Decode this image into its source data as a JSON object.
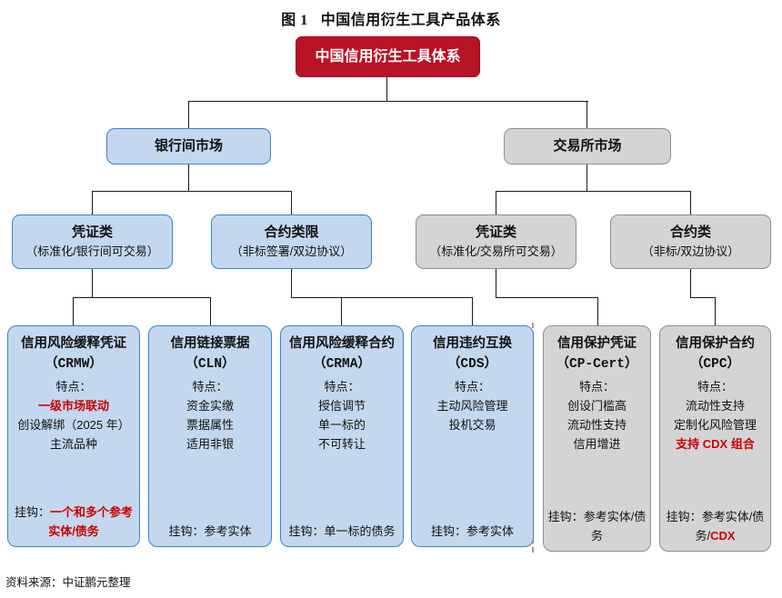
{
  "figure": {
    "number": "图 1",
    "title": "中国信用衍生工具产品体系",
    "source": "资料来源：中证鹏元整理"
  },
  "colors": {
    "root_fill": "#b81225",
    "blue_fill": "#c3d8ef",
    "blue_border": "#3f82c4",
    "gray_fill": "#d4d4d4",
    "gray_border": "#8e8e8e",
    "highlight": "#cc0000"
  },
  "root": {
    "label": "中国信用衍生工具体系"
  },
  "markets": [
    {
      "id": "interbank",
      "label": "银行间市场",
      "style": "blue"
    },
    {
      "id": "exchange",
      "label": "交易所市场",
      "style": "gray"
    }
  ],
  "categories": [
    {
      "id": "ib-voucher",
      "label": "凭证类",
      "sub": "（标准化/银行间可交易）",
      "style": "blue"
    },
    {
      "id": "ib-contract",
      "label": "合约类限",
      "sub": "（非标签署/双边协议）",
      "style": "blue"
    },
    {
      "id": "ex-voucher",
      "label": "凭证类",
      "sub": "（标准化/交易所可交易）",
      "style": "gray"
    },
    {
      "id": "ex-contract",
      "label": "合约类",
      "sub": "（非标/双边协议）",
      "style": "gray"
    }
  ],
  "products": [
    {
      "id": "crmw",
      "style": "blue",
      "name": "信用风险缓释凭证",
      "abbr": "（CRMW）",
      "feature_label": "特点：",
      "features": [
        {
          "text": "一级市场联动",
          "highlight": true
        },
        {
          "text": "创设解绑（2025 年）",
          "highlight": false
        },
        {
          "text": "主流品种",
          "highlight": false
        }
      ],
      "link_prefix": "挂钩：",
      "link_value": "一个和多个参考实体/债务",
      "link_highlight": true
    },
    {
      "id": "cln",
      "style": "blue",
      "name": "信用链接票据",
      "abbr": "（CLN）",
      "feature_label": "特点：",
      "features": [
        {
          "text": "资金实缴",
          "highlight": false
        },
        {
          "text": "票据属性",
          "highlight": false
        },
        {
          "text": "适用非银",
          "highlight": false
        }
      ],
      "link_prefix": "挂钩：",
      "link_value": "参考实体",
      "link_highlight": false
    },
    {
      "id": "crma",
      "style": "blue",
      "name": "信用风险缓释合约",
      "abbr": "（CRMA）",
      "feature_label": "特点：",
      "features": [
        {
          "text": "授信调节",
          "highlight": false
        },
        {
          "text": "单一标的",
          "highlight": false
        },
        {
          "text": "不可转让",
          "highlight": false
        }
      ],
      "link_prefix": "挂钩：",
      "link_value": "单一标的债务",
      "link_highlight": false
    },
    {
      "id": "cds",
      "style": "blue",
      "name": "信用违约互换",
      "abbr": "（CDS）",
      "feature_label": "特点：",
      "features": [
        {
          "text": "主动风险管理",
          "highlight": false
        },
        {
          "text": "投机交易",
          "highlight": false
        }
      ],
      "link_prefix": "挂钩：",
      "link_value": "参考实体",
      "link_highlight": false
    },
    {
      "id": "cp-cert",
      "style": "gray",
      "name": "信用保护凭证",
      "abbr": "（CP-Cert）",
      "feature_label": "特点：",
      "features": [
        {
          "text": "创设门槛高",
          "highlight": false
        },
        {
          "text": "流动性支持",
          "highlight": false
        },
        {
          "text": "信用增进",
          "highlight": false
        }
      ],
      "link_prefix": "挂钩：",
      "link_value": "参考实体/债务",
      "link_highlight": false
    },
    {
      "id": "cpc",
      "style": "gray",
      "name": "信用保护合约",
      "abbr": "（CPC）",
      "feature_label": "特点：",
      "features": [
        {
          "text": "流动性支持",
          "highlight": false
        },
        {
          "text": "定制化风险管理",
          "highlight": false
        },
        {
          "text": "支持 CDX 组合",
          "highlight": true
        }
      ],
      "link_prefix": "挂钩：",
      "link_value": "参考实体/债务/",
      "link_suffix": "CDX",
      "link_highlight": false
    }
  ]
}
